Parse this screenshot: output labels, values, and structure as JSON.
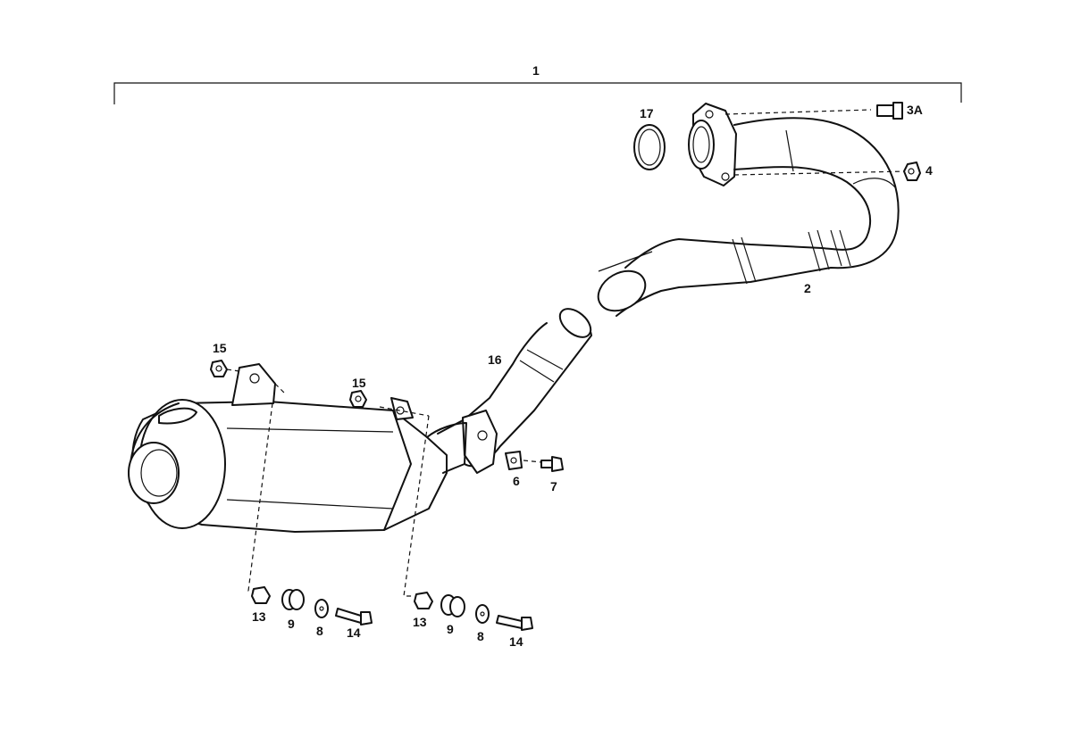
{
  "diagram": {
    "labels": {
      "assembly": "1",
      "header_pipe": "2",
      "bolt_top": "3A",
      "nut_top": "4",
      "clip": "6",
      "screw": "7",
      "washer_left": "8",
      "washer_right": "8",
      "grommet_left": "9",
      "grommet_right": "9",
      "spacer_left": "13",
      "spacer_right": "13",
      "bolt_left": "14",
      "bolt_right": "14",
      "nut_muffler_left": "15",
      "nut_muffler_right": "15",
      "mid_pipe": "16",
      "gasket": "17"
    }
  }
}
